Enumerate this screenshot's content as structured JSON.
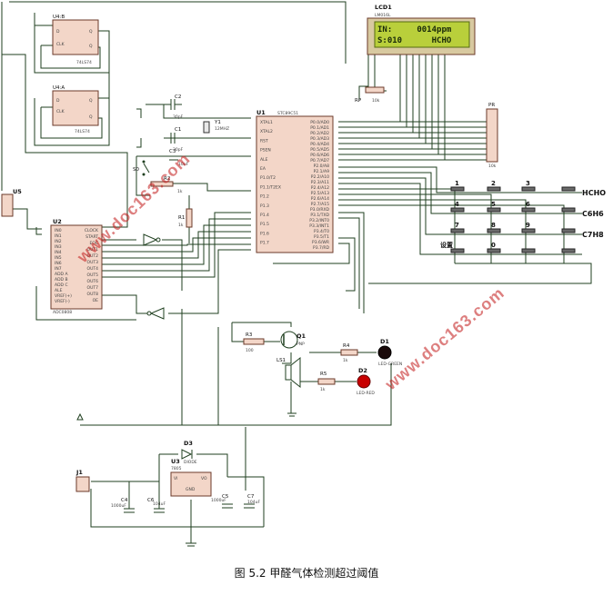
{
  "caption": "图 5.2 甲醛气体检测超过阈值",
  "components": {
    "u4b": {
      "ref": "U4:B",
      "part": "74LS74",
      "pins": [
        "D",
        "CLK",
        "Q",
        "Q"
      ]
    },
    "u4a": {
      "ref": "U4:A",
      "part": "74LS74",
      "pins": [
        "D",
        "CLK",
        "Q",
        "Q"
      ]
    },
    "lcd": {
      "ref": "LCD1",
      "part": "LM016L",
      "line1": "IN:     0014ppm",
      "line2": "S:010      HCHO"
    },
    "rp": {
      "ref": "RP",
      "value": "10k"
    },
    "pr": {
      "ref": "PR",
      "value": "10k"
    },
    "c2": {
      "ref": "C2",
      "value": "30pF"
    },
    "c1": {
      "ref": "C1",
      "value": "30pF"
    },
    "c3": {
      "ref": "C3",
      "value": "10uF"
    },
    "y1": {
      "ref": "Y1",
      "value": "12MHZ"
    },
    "s0": {
      "ref": "S0"
    },
    "r2": {
      "ref": "R2",
      "value": "1k"
    },
    "r1": {
      "ref": "R1",
      "value": "1k"
    },
    "u1": {
      "ref": "U1",
      "part": "STC89C51",
      "left_pins": [
        "XTAL1",
        "XTAL2",
        "RST",
        "PSEN",
        "ALE",
        "EA",
        "P1.0/T2",
        "P1.1/T2EX",
        "P1.2",
        "P1.3",
        "P1.4",
        "P1.5",
        "P1.6",
        "P1.7"
      ],
      "right_pins": [
        "P0.0/AD0",
        "P0.1/AD1",
        "P0.2/AD2",
        "P0.3/AD3",
        "P0.4/AD4",
        "P0.5/AD5",
        "P0.6/AD6",
        "P0.7/AD7",
        "P2.0/A8",
        "P2.1/A9",
        "P2.2/A10",
        "P2.3/A11",
        "P2.4/A12",
        "P2.5/A13",
        "P2.6/A14",
        "P2.7/A15",
        "P3.0/RXD",
        "P3.1/TXD",
        "P3.2/INT0",
        "P3.3/INT1",
        "P3.4/T0",
        "P3.5/T1",
        "P3.6/WR",
        "P3.7/RD"
      ]
    },
    "u5": {
      "ref": "U5"
    },
    "u2": {
      "ref": "U2",
      "part": "ADC0808",
      "left_pins": [
        "IN0",
        "IN1",
        "IN2",
        "IN3",
        "IN4",
        "IN5",
        "IN6",
        "IN7",
        "ADD A",
        "ADD B",
        "ADD C",
        "ALE",
        "VREF(+)",
        "VREF(-)"
      ],
      "right_pins": [
        "CLOCK",
        "START",
        "EOC",
        "OUT1",
        "OUT2",
        "OUT3",
        "OUT4",
        "OUT5",
        "OUT6",
        "OUT7",
        "OUT8",
        "OE"
      ]
    },
    "q1": {
      "ref": "Q1",
      "part": "PNP"
    },
    "r3": {
      "ref": "R3",
      "value": "100"
    },
    "r4": {
      "ref": "R4",
      "value": "1k"
    },
    "r5": {
      "ref": "R5",
      "value": "1k"
    },
    "d1": {
      "ref": "D1",
      "part": "LED-GREEN"
    },
    "d2": {
      "ref": "D2",
      "part": "LED-RED"
    },
    "ls1": {
      "ref": "LS1"
    },
    "d3": {
      "ref": "D3",
      "part": "DIODE"
    },
    "u3": {
      "ref": "U3",
      "part": "7805",
      "pins": [
        "VI",
        "VO",
        "GND"
      ]
    },
    "j1": {
      "ref": "J1"
    },
    "c4": {
      "ref": "C4",
      "value": "1000uF"
    },
    "c5": {
      "ref": "C5",
      "value": "1000uF"
    },
    "c6": {
      "ref": "C6",
      "value": "104uF"
    },
    "c7": {
      "ref": "C7",
      "value": "104uF"
    }
  },
  "keypad": {
    "keys": [
      [
        "1",
        "2",
        "3",
        "HCHO"
      ],
      [
        "4",
        "5",
        "6",
        "C6H6"
      ],
      [
        "7",
        "8",
        "9",
        "C7H8"
      ],
      [
        "设置",
        "0",
        "",
        ""
      ]
    ]
  },
  "watermark_text": "www.doc163.com"
}
